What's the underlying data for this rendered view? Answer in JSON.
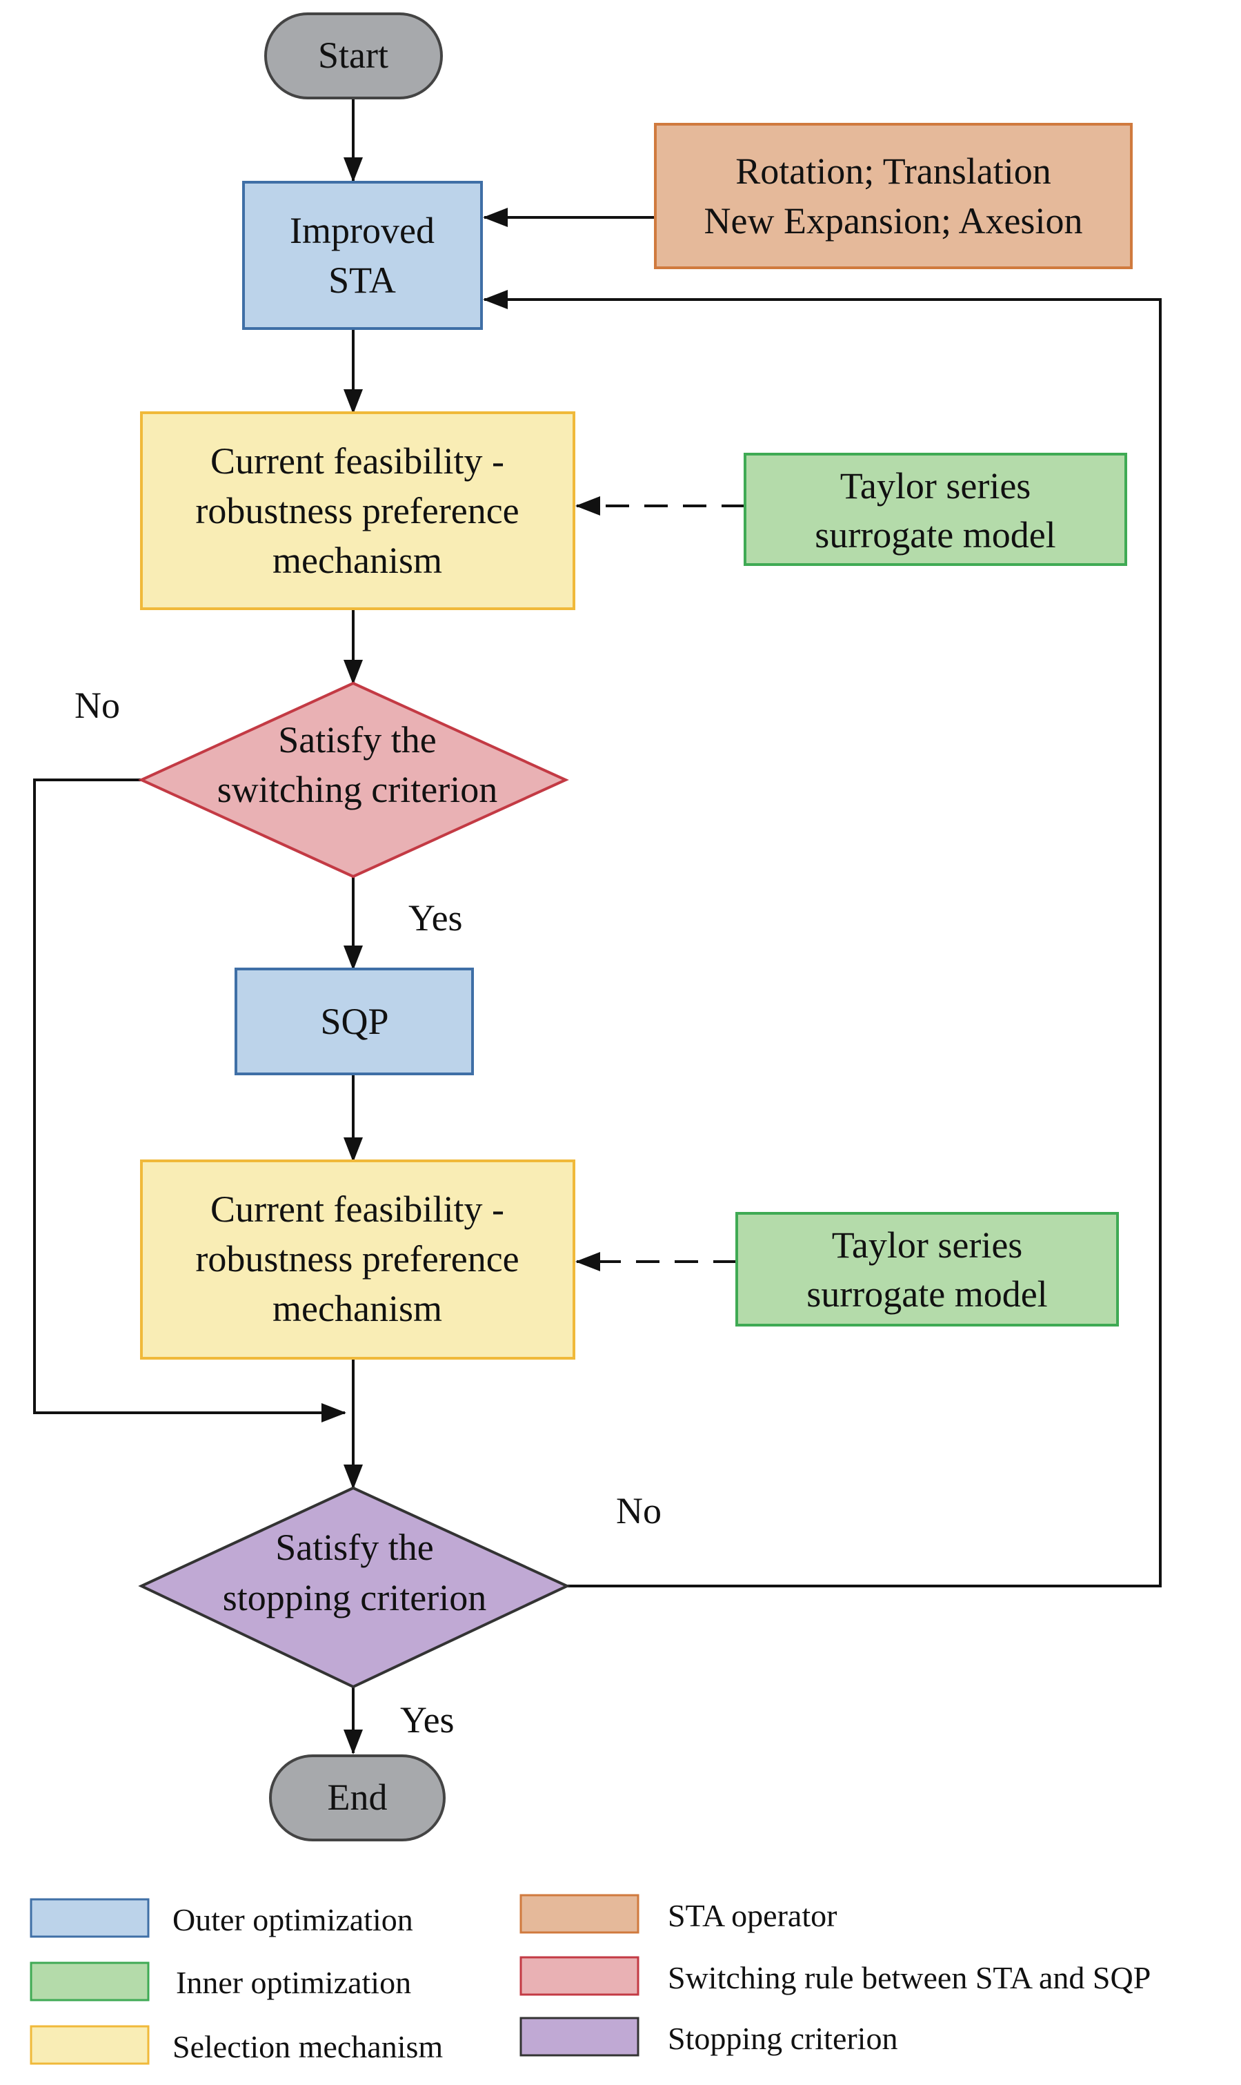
{
  "nodes": {
    "start": {
      "label": "Start"
    },
    "improved_sta": {
      "lines": [
        "Improved",
        "STA"
      ]
    },
    "sta_operators": {
      "lines": [
        "Rotation;  Translation",
        "New Expansion;  Axesion"
      ]
    },
    "feasibility_1": {
      "lines": [
        "Current feasibility -",
        "robustness preference",
        "mechanism"
      ]
    },
    "taylor_1": {
      "lines": [
        "Taylor series",
        "surrogate model"
      ]
    },
    "switching": {
      "lines": [
        "Satisfy the",
        "switching criterion"
      ]
    },
    "sqp": {
      "label": "SQP"
    },
    "feasibility_2": {
      "lines": [
        "Current feasibility -",
        "robustness preference",
        "mechanism"
      ]
    },
    "taylor_2": {
      "lines": [
        "Taylor series",
        "surrogate model"
      ]
    },
    "stopping": {
      "lines": [
        "Satisfy the",
        "stopping criterion"
      ]
    },
    "end": {
      "label": "End"
    }
  },
  "edge_labels": {
    "switch_no": "No",
    "switch_yes": "Yes",
    "stop_no": "No",
    "stop_yes": "Yes"
  },
  "legend": [
    {
      "label": "Outer optimization",
      "color": "#BCD3EA",
      "border": "#3F6FA6"
    },
    {
      "label": "Inner optimization",
      "color": "#B4DBAA",
      "border": "#3FAA54"
    },
    {
      "label": "Selection mechanism",
      "color": "#F9EDB5",
      "border": "#F0B93A"
    },
    {
      "label": "STA operator",
      "color": "#E5B99A",
      "border": "#D07A3E"
    },
    {
      "label": "Switching rule between STA and SQP",
      "color": "#E9B1B4",
      "border": "#C33A44"
    },
    {
      "label": "Stopping criterion",
      "color": "#C0A9D4",
      "border": "#333333"
    }
  ],
  "colors": {
    "terminal_fill": "#A7A9AC",
    "terminal_border": "#444444",
    "outer_fill": "#BCD3EA",
    "outer_border": "#3F6FA6",
    "inner_fill": "#B4DBAA",
    "inner_border": "#3FAA54",
    "selection_fill": "#F9EDB5",
    "selection_border": "#F0B93A",
    "operator_fill": "#E5B99A",
    "operator_border": "#D07A3E",
    "switch_fill": "#E9B1B4",
    "switch_border": "#C33A44",
    "stop_fill": "#C0A9D4",
    "stop_border": "#333333"
  }
}
